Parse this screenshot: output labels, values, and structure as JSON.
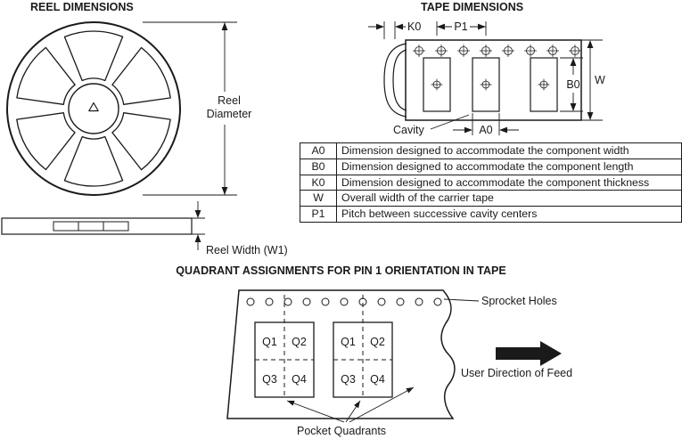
{
  "colors": {
    "ink": "#1a1a1a"
  },
  "titles": {
    "reel": "REEL DIMENSIONS",
    "tape": "TAPE DIMENSIONS",
    "quadrant": "QUADRANT ASSIGNMENTS FOR PIN 1 ORIENTATION IN TAPE"
  },
  "reel": {
    "diameter_line1": "Reel",
    "diameter_line2": "Diameter",
    "width_label": "Reel Width (W1)"
  },
  "tape": {
    "k0": "K0",
    "p1": "P1",
    "b0": "B0",
    "w": "W",
    "a0": "A0",
    "cavity": "Cavity"
  },
  "table": {
    "rows": [
      {
        "code": "A0",
        "desc": "Dimension designed to accommodate the component width"
      },
      {
        "code": "B0",
        "desc": "Dimension designed to accommodate the component length"
      },
      {
        "code": "K0",
        "desc": "Dimension designed to accommodate the component thickness"
      },
      {
        "code": "W",
        "desc": "Overall width of the carrier tape"
      },
      {
        "code": "P1",
        "desc": "Pitch between successive cavity centers"
      }
    ]
  },
  "quadrant": {
    "sprocket_holes": "Sprocket Holes",
    "feed": "User Direction of Feed",
    "pockets": "Pocket Quadrants",
    "q1": "Q1",
    "q2": "Q2",
    "q3": "Q3",
    "q4": "Q4"
  }
}
